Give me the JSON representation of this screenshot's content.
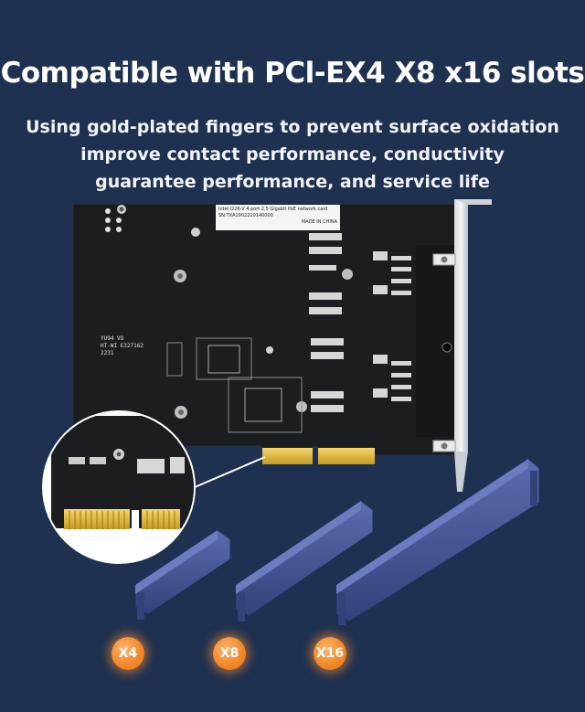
{
  "heading": {
    "title": "Compatible with PCl-EX4 X8 x16 slots",
    "line1": "Using gold-plated fingers to prevent surface oxidation",
    "line2": "improve contact performance, conductivity",
    "line3": "guarantee performance, and service life"
  },
  "board": {
    "label_line1": "Intel I226-V 4 port 2.5 Gigabit PoE network card",
    "label_line2": "SN:TXA1902210140000",
    "label_line3": "MADE IN CHINA",
    "chip_marking_1": "YU94 VO",
    "chip_marking_2": "HT-WI E327162",
    "chip_marking_3": "2231"
  },
  "slots": {
    "x4": "X4",
    "x8": "X8",
    "x16": "X16"
  },
  "colors": {
    "background": "#1f3150",
    "pcb": "#1b1d20",
    "slot": "#3f5190",
    "gold": "#d8b23a",
    "badge": "#f48a2c"
  }
}
